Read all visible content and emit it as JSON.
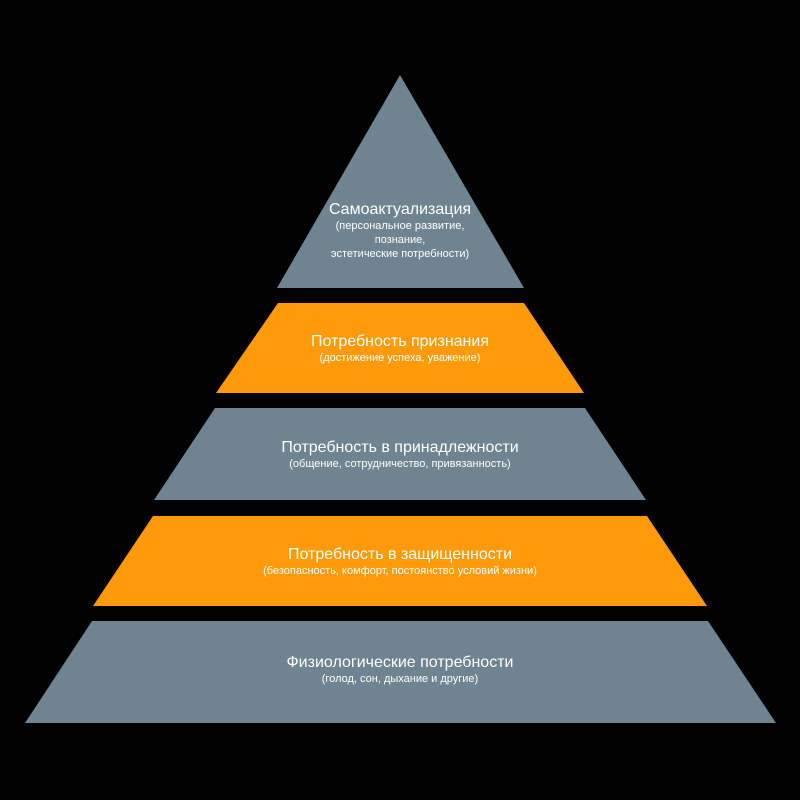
{
  "colors": {
    "background": "#000000",
    "gray": "#6e8591",
    "orange": "#ff9a0a",
    "text": "#ffffff"
  },
  "levels": [
    {
      "title": "Самоактуализация",
      "desc_lines": [
        "(персональное развитие,",
        "познание,",
        "эстетические потребности)"
      ],
      "color": "gray"
    },
    {
      "title": "Потребность признания",
      "desc_lines": [
        "(достижение успеха, уважение)"
      ],
      "color": "orange"
    },
    {
      "title": "Потребность в принадлежности",
      "desc_lines": [
        "(общение, сотрудничество, привязанность)"
      ],
      "color": "gray"
    },
    {
      "title": "Потребность в защищенности",
      "desc_lines": [
        "(безопасность, комфорт, постоянство условий жизни)"
      ],
      "color": "orange"
    },
    {
      "title": "Физиологические потребности",
      "desc_lines": [
        "(голод, сон, дыхание и другие)"
      ],
      "color": "gray"
    }
  ]
}
